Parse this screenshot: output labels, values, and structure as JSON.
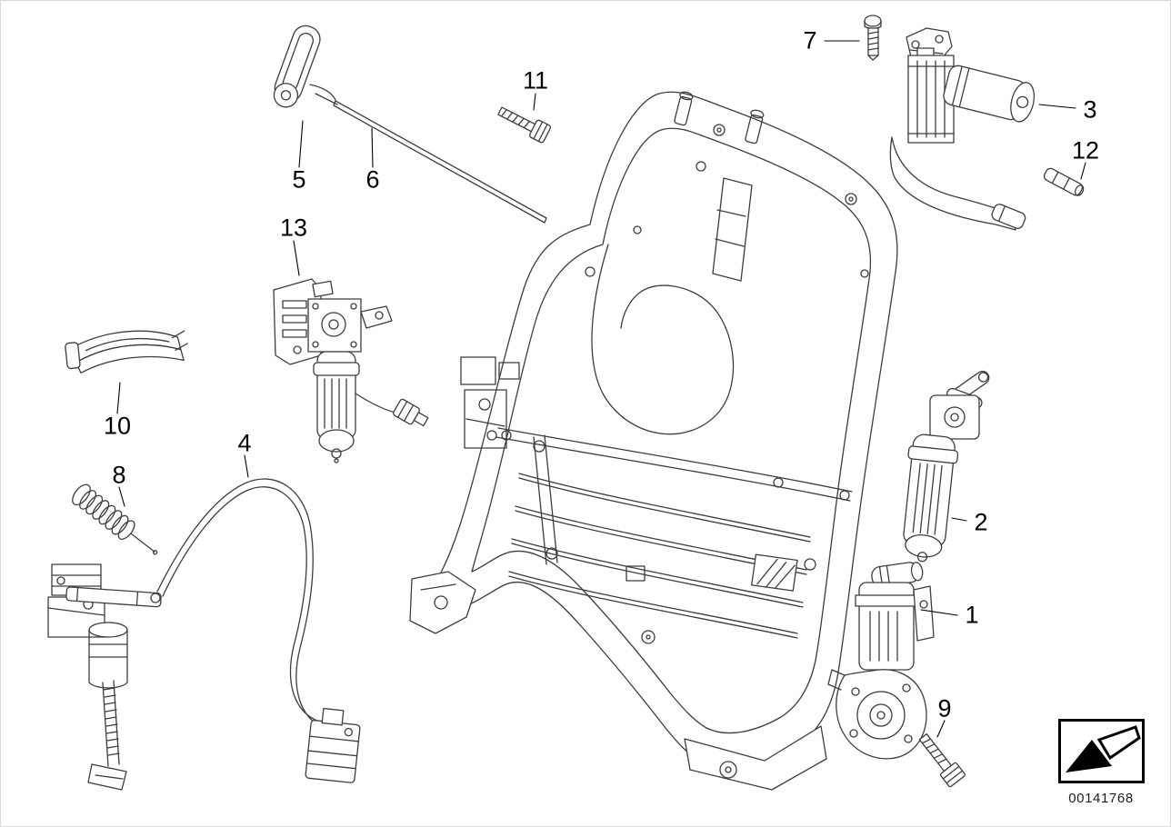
{
  "colors": {
    "line": "#3d3d3d",
    "background": "#ffffff",
    "label": "#000000"
  },
  "diagram": {
    "callouts": [
      {
        "label": "1"
      },
      {
        "label": "2"
      },
      {
        "label": "3"
      },
      {
        "label": "4"
      },
      {
        "label": "5"
      },
      {
        "label": "6"
      },
      {
        "label": "7"
      },
      {
        "label": "8"
      },
      {
        "label": "9"
      },
      {
        "label": "10"
      },
      {
        "label": "11"
      },
      {
        "label": "12"
      },
      {
        "label": "13"
      }
    ]
  },
  "footer": {
    "image_id": "00141768",
    "nav_arrow_icon": "back-arrow"
  }
}
